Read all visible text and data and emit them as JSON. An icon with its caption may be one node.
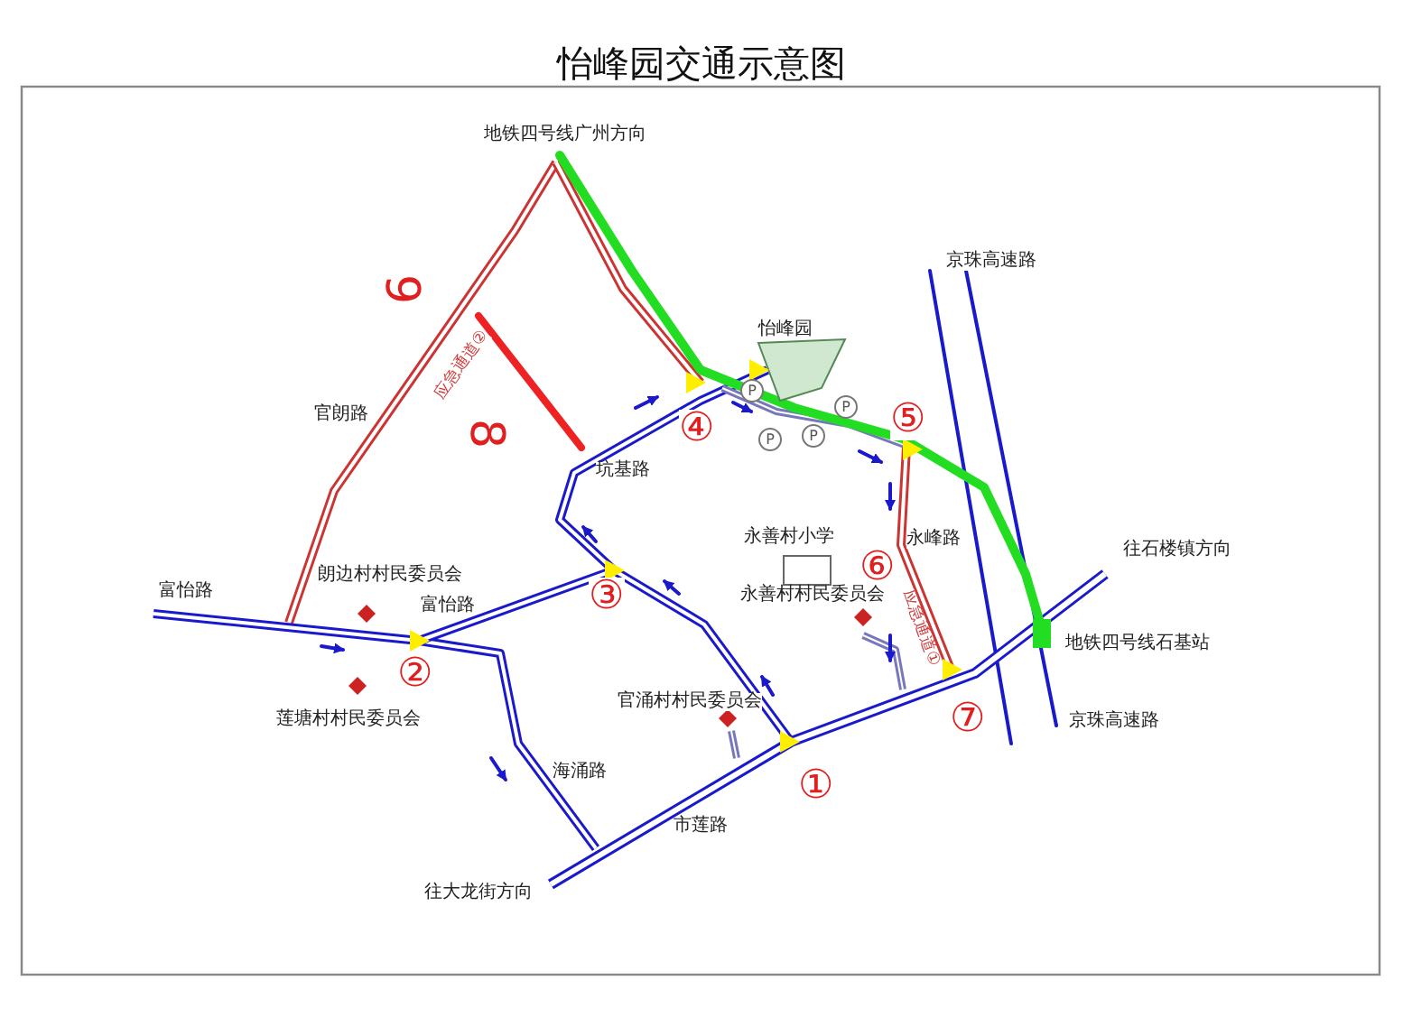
{
  "diagram": {
    "title": "怡峰园交通示意图",
    "labels": [
      "地铁四号线广州方向",
      "9",
      "京珠高速路",
      "官朗路",
      "应急通道②",
      "怡峰园",
      "P",
      "P",
      "P",
      "P",
      "④",
      "⑤",
      "8",
      "坑基路",
      "⑥",
      "永峰路",
      "应急通道①",
      "往石楼镇方向",
      "朗边村村民委员会",
      "富怡路",
      "富怡路",
      "③",
      "永善村小学",
      "永善村村民委员会",
      "地铁四号线石基站",
      "②",
      "莲塘村村民委员会",
      "官涌村村民委员会",
      "⑦",
      "京珠高速路",
      "海涌路",
      "①",
      "市莲路",
      "往大龙街方向"
    ]
  }
}
